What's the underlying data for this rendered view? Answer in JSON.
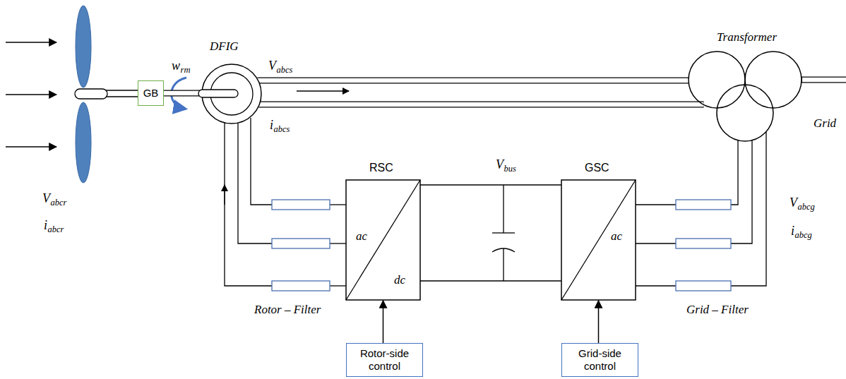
{
  "diagram": {
    "nodes": [
      {
        "text": [
          "GB"
        ]
      },
      {
        "text": [
          "DFIG"
        ]
      },
      {
        "text": [
          "Transformer"
        ]
      },
      {
        "text": [
          "RSC",
          "ac",
          "dc"
        ]
      },
      {
        "text": [
          "GSC",
          "ac"
        ]
      },
      {
        "text": [
          "Rotor-side control"
        ]
      },
      {
        "text": [
          "Grid-side control"
        ]
      }
    ],
    "edges": [
      {
        "from": 0,
        "to": 1,
        "arrow": "none"
      },
      {
        "from": 1,
        "to": 2,
        "arrow": "none"
      },
      {
        "from": 5,
        "to": 3,
        "arrow": "to"
      },
      {
        "from": 6,
        "to": 4,
        "arrow": "to"
      }
    ],
    "labels": [
      "w",
      "rm",
      "V",
      "abcs",
      "i",
      "abcs",
      "V",
      "abcr",
      "i",
      "abcr",
      "V",
      "bus",
      "V",
      "abcg",
      "i",
      "abcg",
      "Grid",
      "Rotor – Filter",
      "Grid – Filter"
    ]
  }
}
